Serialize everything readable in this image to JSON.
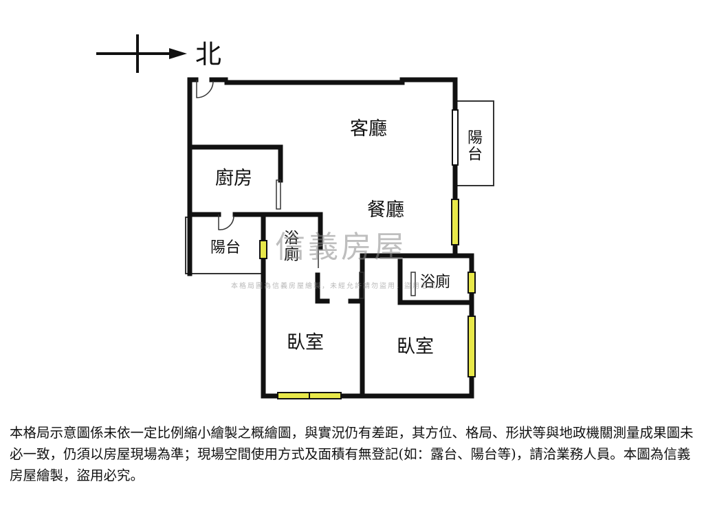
{
  "compass": {
    "label": "北"
  },
  "rooms": {
    "living_room": "客廳",
    "dining_room": "餐廳",
    "kitchen": "廚房",
    "balcony_left": "陽台",
    "balcony_right": "陽台",
    "bathroom_1": "浴廁",
    "bathroom_2": "浴廁",
    "bedroom_1": "臥室",
    "bedroom_2": "臥室"
  },
  "watermark": {
    "brand": "信義房屋",
    "notice": "本格局圖為信義房屋繪製，未經允許請勿盜用，盜用必究"
  },
  "disclaimer": "本格局示意圖係未依一定比例縮小繪製之概繪圖，與實況仍有差距，其方位、格局、形狀等與地政機關測量成果圖未必一致，仍須以房屋現場為準；現場空間使用方式及面積有無登記(如：露台、陽台等)，請洽業務人員。本圖為信義房屋繪製，盜用必究。",
  "colors": {
    "wall": "#111111",
    "window_fill": "#e8e84a",
    "line": "#333333"
  }
}
